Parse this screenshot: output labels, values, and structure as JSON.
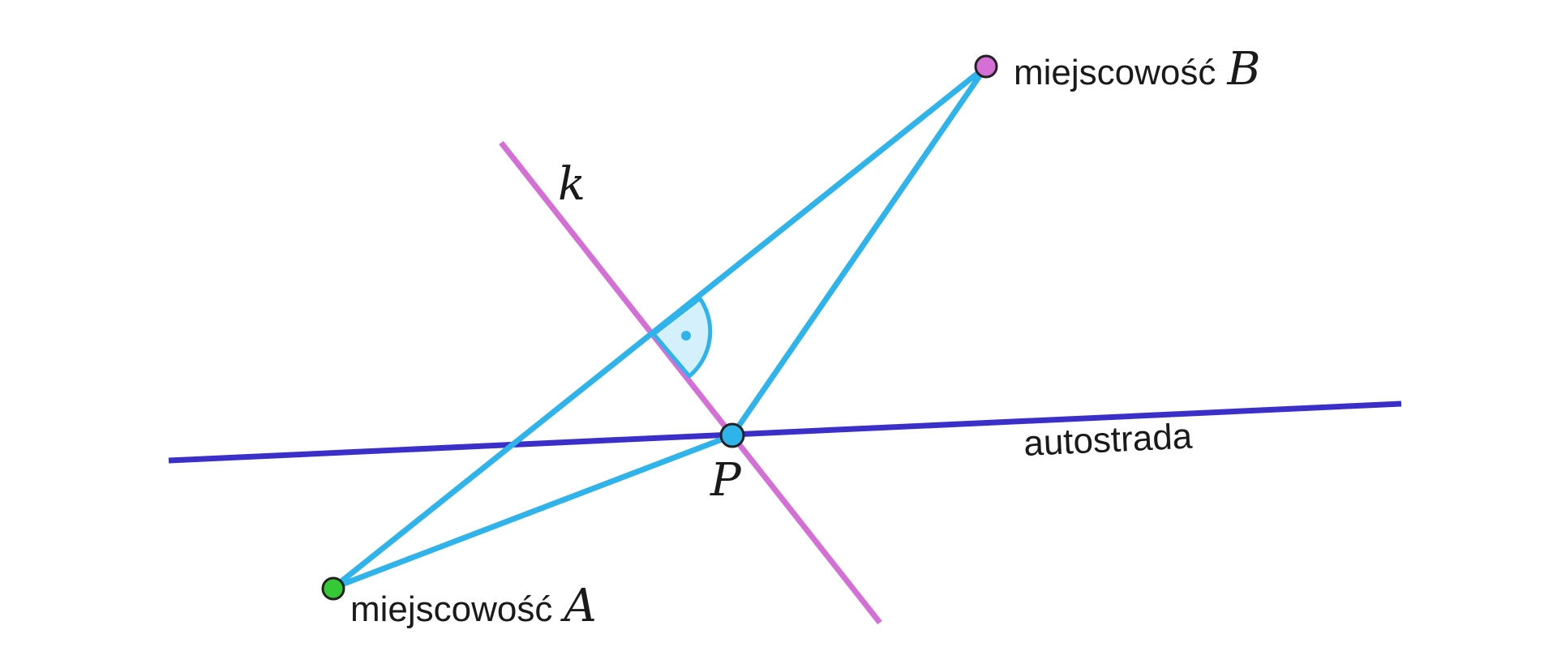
{
  "labels": {
    "point_a_word": "miejscowość",
    "point_a_letter": "A",
    "point_b_word": "miejscowość",
    "point_b_letter": "B",
    "point_p": "P",
    "line_k": "k",
    "highway": "autostrada"
  },
  "colors": {
    "highway": "#3a2fc8",
    "line_k": "#d46fd6",
    "segments": "#2eb3ea",
    "angle_fill": "#d4f0fb",
    "point_a": "#35c935",
    "point_b": "#d46fd6",
    "point_p": "#2eb3ea",
    "point_outline": "#222222",
    "text": "#1a1a1a"
  },
  "angle_marker": "right-angle"
}
